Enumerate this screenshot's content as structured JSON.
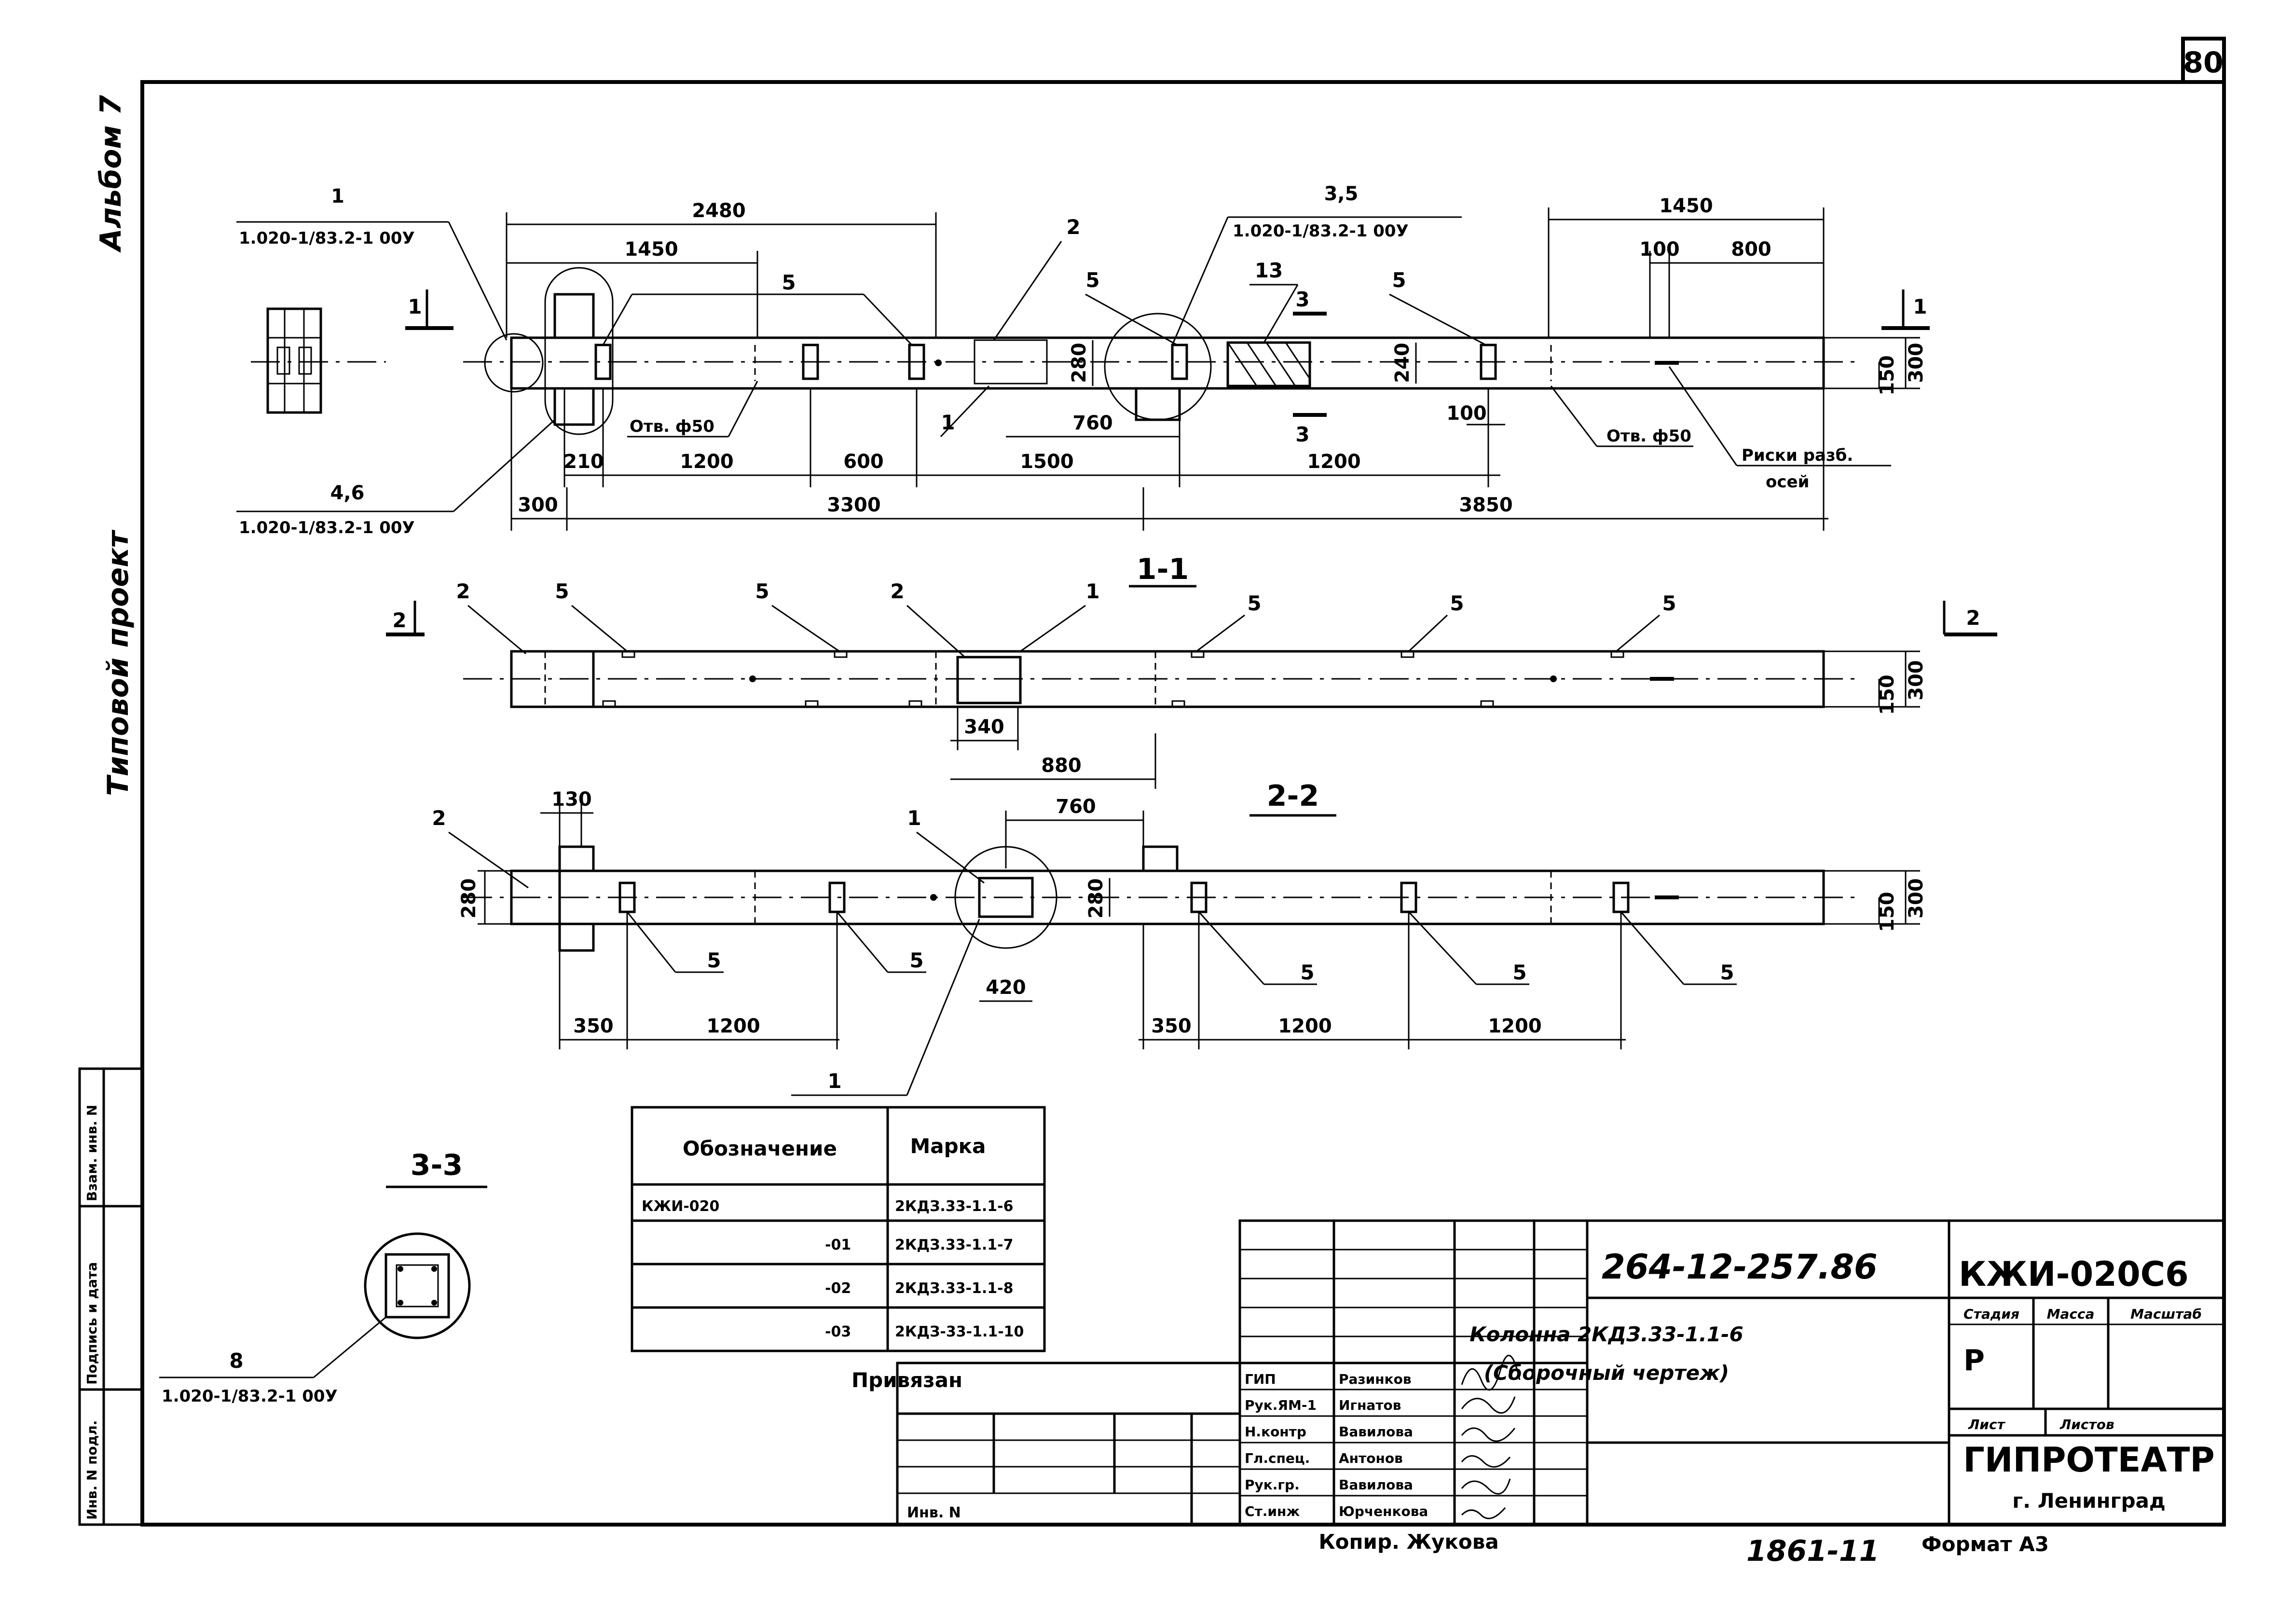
{
  "sheet": {
    "number": "80",
    "side_album": "Альбом 7",
    "side_project": "Типовой проект"
  },
  "side_stamp": {
    "cell1": "Взам. инв. N",
    "cell2": "Подпись и дата",
    "cell3": "Инв. N подл."
  },
  "plan": {
    "dims_top": {
      "d2480": "2480",
      "d1450": "1450",
      "d1450r": "1450",
      "d100": "100",
      "d800": "800"
    },
    "dims_bottom": {
      "d210": "210",
      "d1200a": "1200",
      "d600": "600",
      "d1500": "1500",
      "d1200b": "1200",
      "d300": "300",
      "d3300": "3300",
      "d3850": "3850",
      "d760": "760",
      "d100b": "100"
    },
    "dims_side": {
      "d150": "150",
      "d300": "300",
      "d280": "280",
      "d240": "240"
    },
    "refs": {
      "r1_num": "1",
      "r1_doc": "1.020-1/83.2-1 00У",
      "r35_num": "3,5",
      "r35_doc": "1.020-1/83.2-1 00У",
      "r46_num": "4,6",
      "r46_doc": "1.020-1/83.2-1 00У"
    },
    "labels": {
      "n2": "2",
      "n5a": "5",
      "n5b": "5",
      "n5c": "5",
      "n13": "13",
      "n1": "1",
      "hole1": "Отв. ф50",
      "hole2": "Отв. ф50",
      "risk1": "Риски разб.",
      "risk2": "осей",
      "cut1": "1",
      "cut1r": "1",
      "cut3": "3",
      "cut3b": "3"
    }
  },
  "section_1_1": {
    "title": "1-1",
    "cut2": "2",
    "cut2r": "2",
    "labels": {
      "n2a": "2",
      "n5a": "5",
      "n5b": "5",
      "n2b": "2",
      "n1": "1",
      "n5c": "5",
      "n5d": "5",
      "n5e": "5"
    },
    "dims": {
      "d340": "340",
      "d880": "880",
      "d150": "150",
      "d300": "300"
    }
  },
  "section_2_2": {
    "title": "2-2",
    "labels": {
      "n2": "2",
      "n1": "1",
      "n1b": "1",
      "n5a": "5",
      "n5b": "5",
      "n5c": "5",
      "n5d": "5",
      "n5e": "5"
    },
    "dims": {
      "d130": "130",
      "d760": "760",
      "d280a": "280",
      "d280b": "280",
      "d420": "420",
      "d350a": "350",
      "d1200a": "1200",
      "d350b": "350",
      "d1200b": "1200",
      "d1200c": "1200",
      "d150": "150",
      "d300": "300"
    }
  },
  "section_3_3": {
    "title": "3-3",
    "ref_num": "8",
    "ref_doc": "1.020-1/83.2-1 00У"
  },
  "marks_table": {
    "headers": [
      "Обозначение",
      "Марка"
    ],
    "rows": [
      {
        "designation": "КЖИ-020",
        "mark": "2КДЗ.33-1.1-6"
      },
      {
        "designation": "-01",
        "mark": "2КДЗ.33-1.1-7"
      },
      {
        "designation": "-02",
        "mark": "2КДЗ.33-1.1-8"
      },
      {
        "designation": "-03",
        "mark": "2КДЗ-33-1.1-10"
      }
    ]
  },
  "title_block": {
    "doc_number": "264-12-257.86",
    "code": "КЖИ-020С6",
    "name_line1": "Колонна 2КДЗ.33-1.1-6",
    "name_line2": "(Сборочный чертеж)",
    "stage_header": "Стадия",
    "mass_header": "Масса",
    "scale_header": "Масштаб",
    "stage_value": "Р",
    "sheet_label": "Лист",
    "sheets_label": "Листов",
    "org": "ГИПРОТЕАТР",
    "city": "г. Ленинград",
    "privyazan": "Привязан",
    "inv": "Инв. N",
    "roles": [
      "ГИП",
      "Рук.ЯМ-1",
      "Н.контр",
      "Гл.спец.",
      "Рук.гр.",
      "Ст.инж"
    ],
    "names": [
      "Разинков",
      "Игнатов",
      "Вавилова",
      "Антонов",
      "Вавилова",
      "Юрченкова"
    ],
    "copier": "Копир. Жукова",
    "order": "1861-11",
    "format": "Формат А3"
  }
}
